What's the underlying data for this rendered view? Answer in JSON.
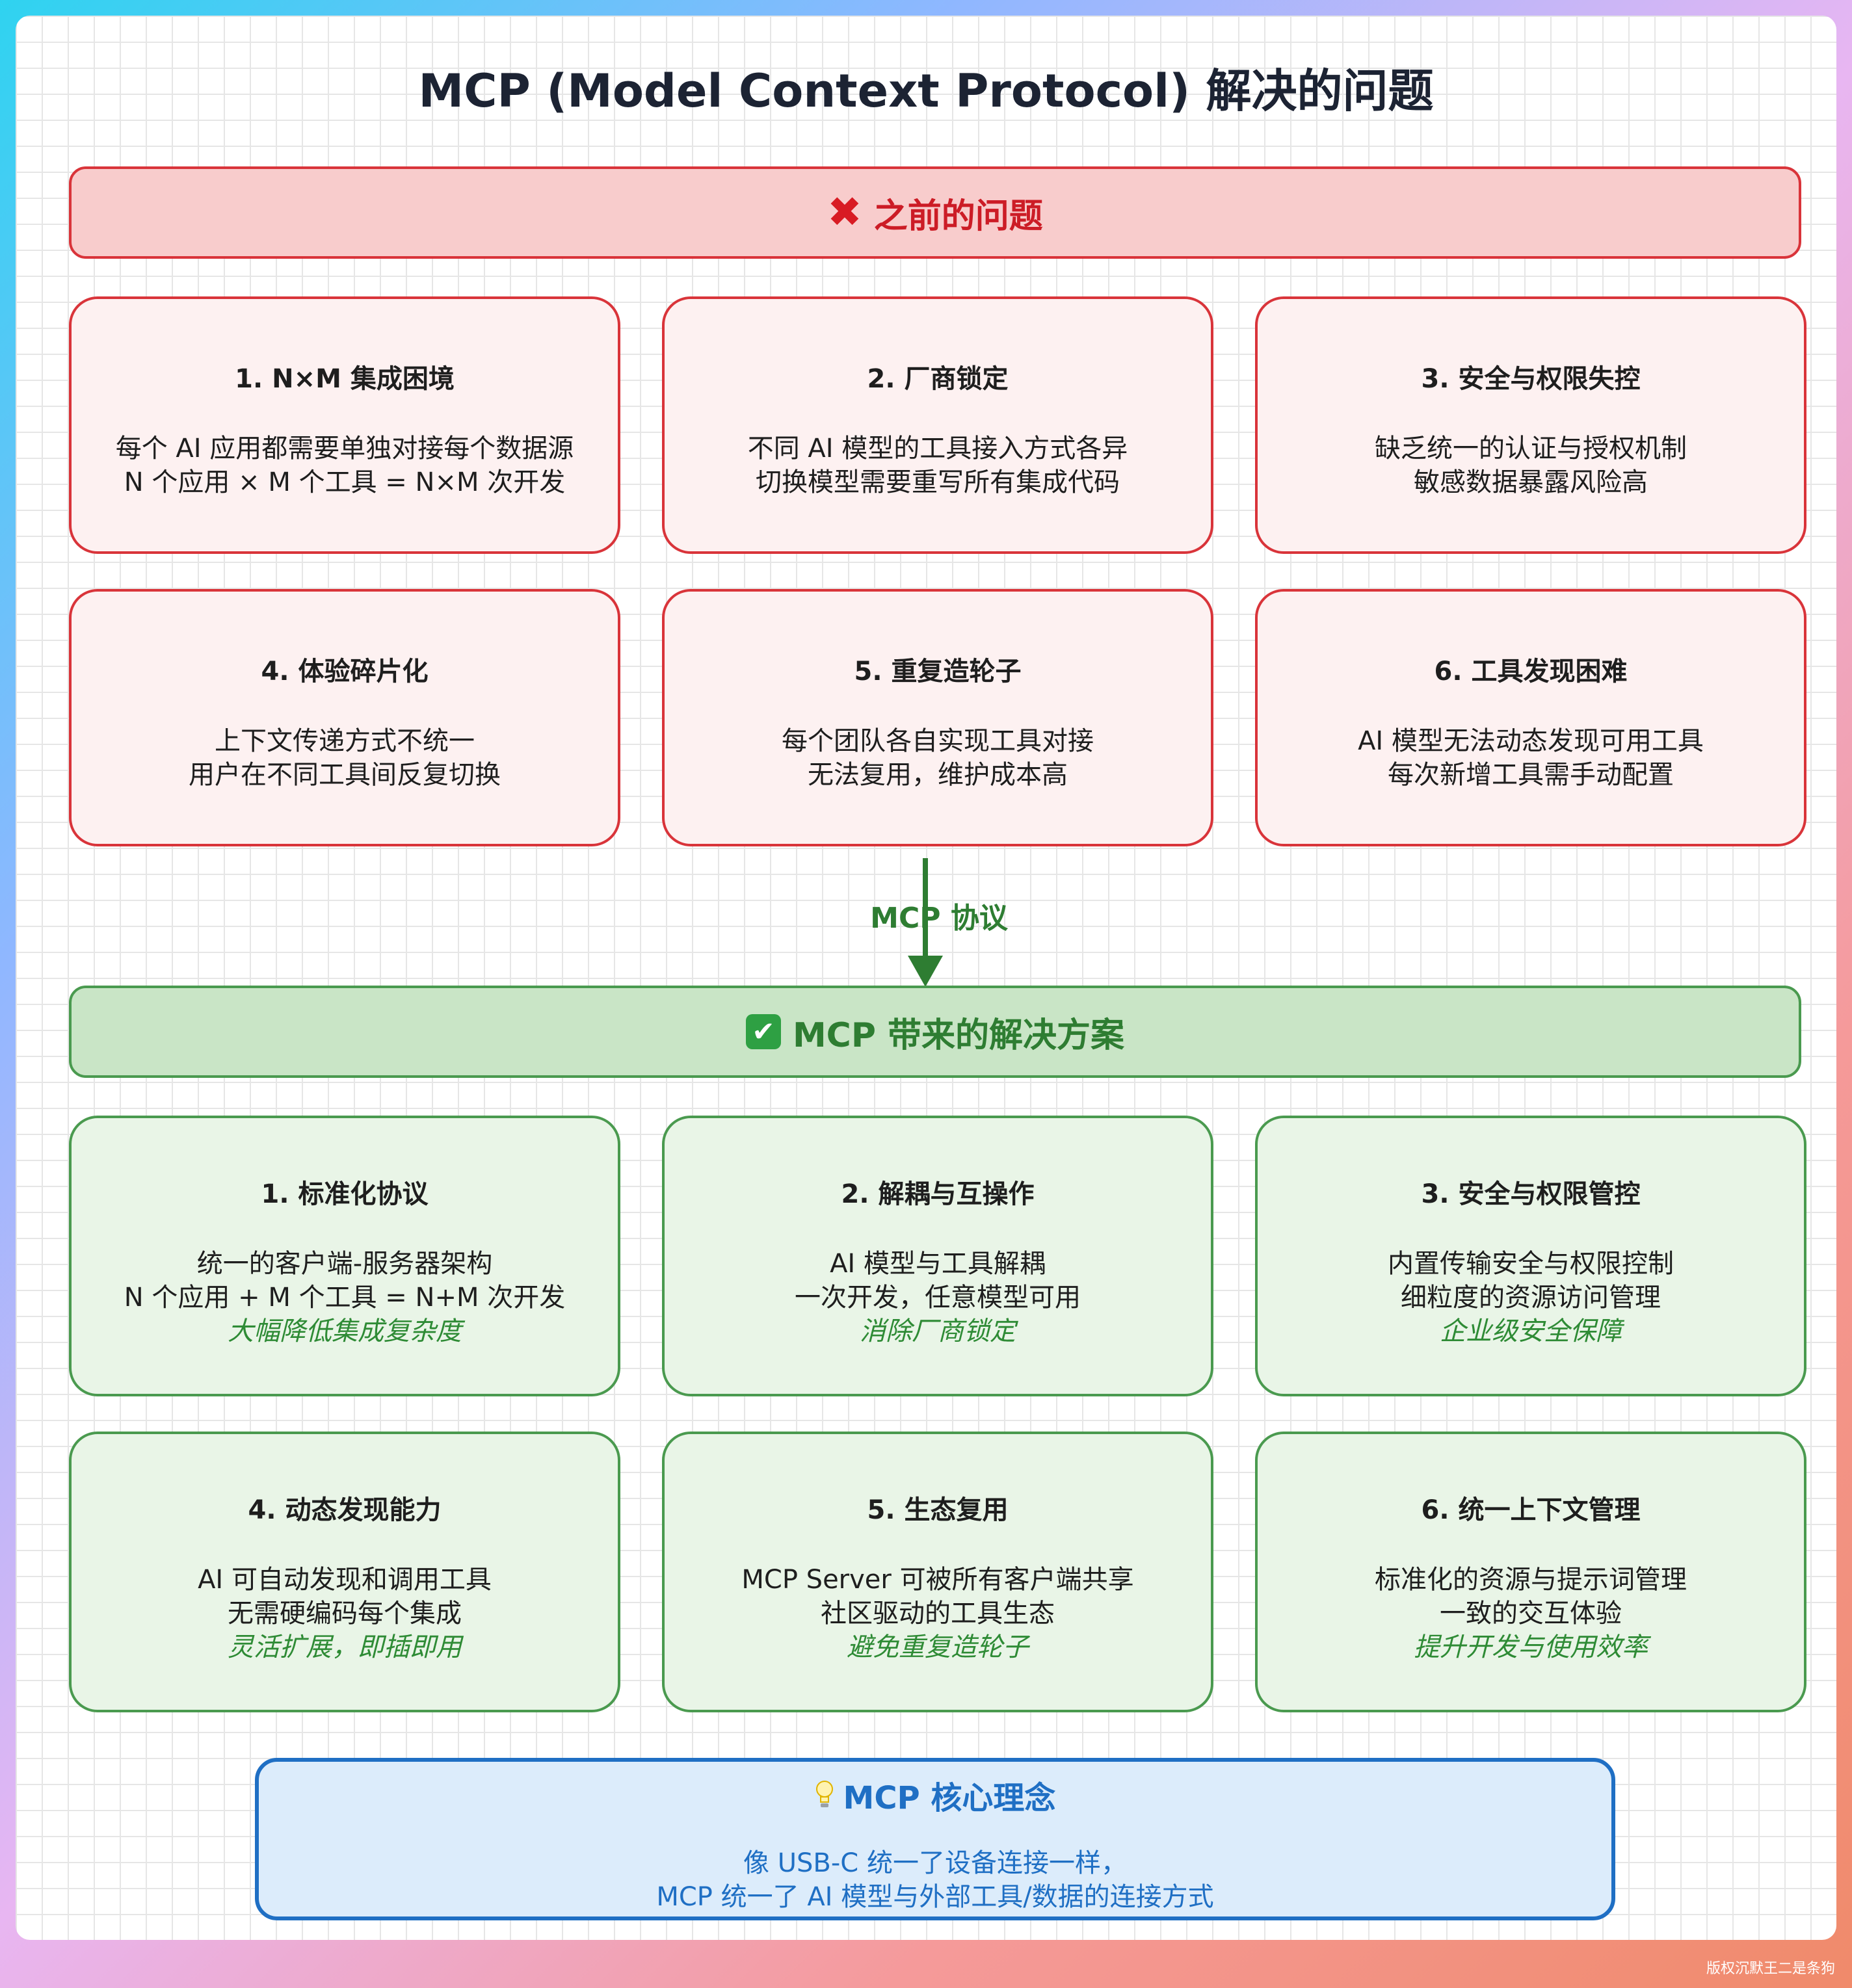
{
  "title": "MCP (Model Context Protocol) 解决的问题",
  "problem_band": {
    "icon": "cross-mark-icon",
    "label": "之前的问题"
  },
  "problems": [
    {
      "title": "1. N×M 集成困境",
      "lines": [
        "每个 AI 应用都需要单独对接每个数据源",
        "N 个应用 × M 个工具 = N×M 次开发"
      ]
    },
    {
      "title": "2. 厂商锁定",
      "lines": [
        "不同 AI 模型的工具接入方式各异",
        "切换模型需要重写所有集成代码"
      ]
    },
    {
      "title": "3. 安全与权限失控",
      "lines": [
        "缺乏统一的认证与授权机制",
        "敏感数据暴露风险高"
      ]
    },
    {
      "title": "4. 体验碎片化",
      "lines": [
        "上下文传递方式不统一",
        "用户在不同工具间反复切换"
      ]
    },
    {
      "title": "5. 重复造轮子",
      "lines": [
        "每个团队各自实现工具对接",
        "无法复用，维护成本高"
      ]
    },
    {
      "title": "6. 工具发现困难",
      "lines": [
        "AI 模型无法动态发现可用工具",
        "每次新增工具需手动配置"
      ]
    }
  ],
  "arrow_label": "MCP 协议",
  "solution_band": {
    "icon": "check-mark-icon",
    "label": "MCP 带来的解决方案"
  },
  "solutions": [
    {
      "title": "1. 标准化协议",
      "lines": [
        "统一的客户端-服务器架构",
        "N 个应用 + M 个工具 = N+M 次开发"
      ],
      "note": "大幅降低集成复杂度"
    },
    {
      "title": "2. 解耦与互操作",
      "lines": [
        "AI 模型与工具解耦",
        "一次开发，任意模型可用"
      ],
      "note": "消除厂商锁定"
    },
    {
      "title": "3. 安全与权限管控",
      "lines": [
        "内置传输安全与权限控制",
        "细粒度的资源访问管理"
      ],
      "note": "企业级安全保障"
    },
    {
      "title": "4. 动态发现能力",
      "lines": [
        "AI 可自动发现和调用工具",
        "无需硬编码每个集成"
      ],
      "note": "灵活扩展，即插即用"
    },
    {
      "title": "5. 生态复用",
      "lines": [
        "MCP Server 可被所有客户端共享",
        "社区驱动的工具生态"
      ],
      "note": "避免重复造轮子"
    },
    {
      "title": "6. 统一上下文管理",
      "lines": [
        "标准化的资源与提示词管理",
        "一致的交互体验"
      ],
      "note": "提升开发与使用效率"
    }
  ],
  "core": {
    "icon": "lightbulb-icon",
    "title": "MCP 核心理念",
    "lines": [
      "像 USB-C 统一了设备连接一样，",
      "MCP 统一了 AI 模型与外部工具/数据的连接方式"
    ]
  },
  "watermark": "版权沉默王二是条狗",
  "colors": {
    "problem_border": "#d9343a",
    "solution_border": "#4a9a4f",
    "core_border": "#1f6fc4",
    "note_text": "#2e8b35"
  }
}
